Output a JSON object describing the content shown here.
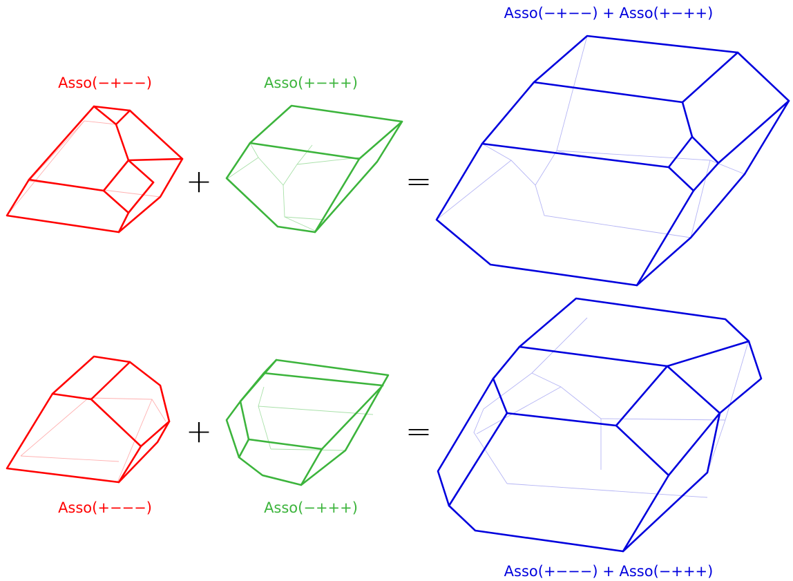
{
  "colors": {
    "red": "#ff0000",
    "green": "#3cb43c",
    "blue": "#0000dd",
    "black": "#000000"
  },
  "row1": {
    "left_label": "Asso(−+−−)",
    "middle_label": "Asso(+−++)",
    "sum_label": "Asso(−+−−) + Asso(+−++)",
    "plus": "+",
    "equals": "="
  },
  "row2": {
    "left_label": "Asso(+−−−)",
    "middle_label": "Asso(−+++)",
    "sum_label": "Asso(+−−−) + Asso(−+++)",
    "plus": "+",
    "equals": "="
  }
}
